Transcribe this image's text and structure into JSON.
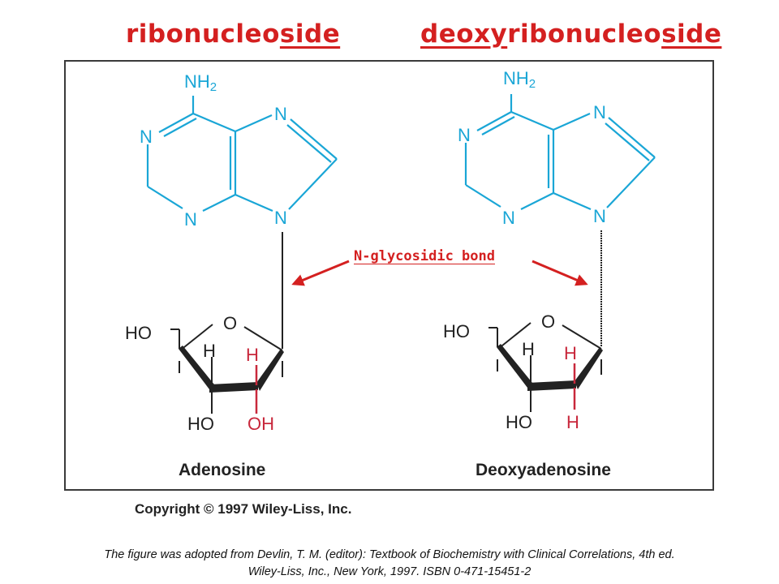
{
  "titles": {
    "left_pre": "ribonucleo",
    "left_u": "side",
    "right_u1": "deoxy",
    "right_mid": "ribonucleo",
    "right_u2": "side"
  },
  "bond_label": "N-glycosidic bond",
  "atoms": {
    "nh2": "NH",
    "sub2": "2",
    "n": "N",
    "o": "O",
    "ho": "HO",
    "h": "H",
    "oh": "OH"
  },
  "compounds": {
    "left": "Adenosine",
    "right": "Deoxyadenosine"
  },
  "copyright": "Copyright © 1997 Wiley-Liss, Inc.",
  "citation": {
    "line1": "The figure was adopted from Devlin, T. M. (editor): Textbook of Biochemistry with Clinical Correlations, 4th ed.",
    "line2": "Wiley-Liss, Inc., New York, 1997. ISBN 0-471-15451-2"
  },
  "colors": {
    "title_red": "#d42020",
    "base_cyan": "#1aa6d6",
    "bond_red": "#c8283c",
    "ink": "#222222"
  }
}
